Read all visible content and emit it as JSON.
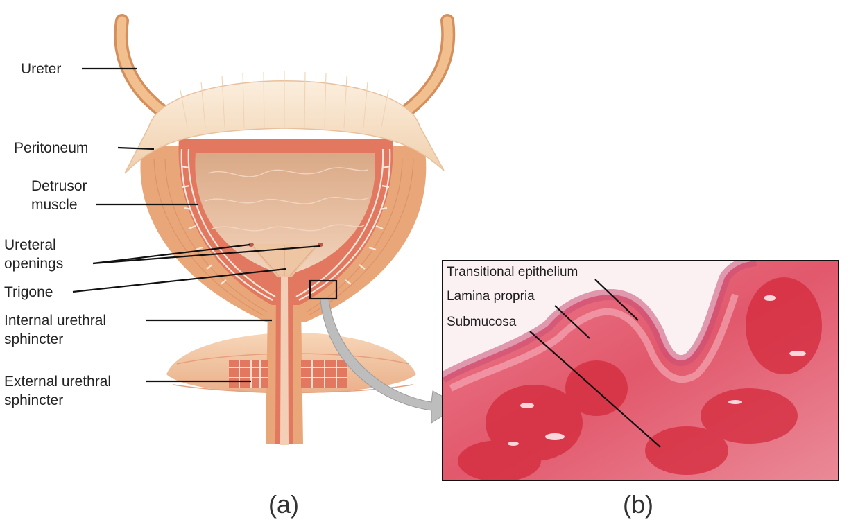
{
  "labels": {
    "ureter": "Ureter",
    "peritoneum": "Peritoneum",
    "detrusor_line1": "Detrusor",
    "detrusor_line2": "muscle",
    "ureteral_line1": "Ureteral",
    "ureteral_line2": "openings",
    "trigone": "Trigone",
    "internal_line1": "Internal urethral",
    "internal_line2": "sphincter",
    "external_line1": "External urethral",
    "external_line2": "sphincter"
  },
  "micrograph_labels": {
    "transitional": "Transitional epithelium",
    "lamina": "Lamina propria",
    "submucosa": "Submucosa"
  },
  "panels": {
    "a": "(a)",
    "b": "(b)"
  },
  "colors": {
    "ureter": "#eab37f",
    "peritoneum": "#f6dcc0",
    "muscle": "#e9a57a",
    "muscle_fiber": "#e07a62",
    "lumen": "#e8bea0",
    "tissue": "#e6687a",
    "arrow": "#b6b6b6"
  }
}
